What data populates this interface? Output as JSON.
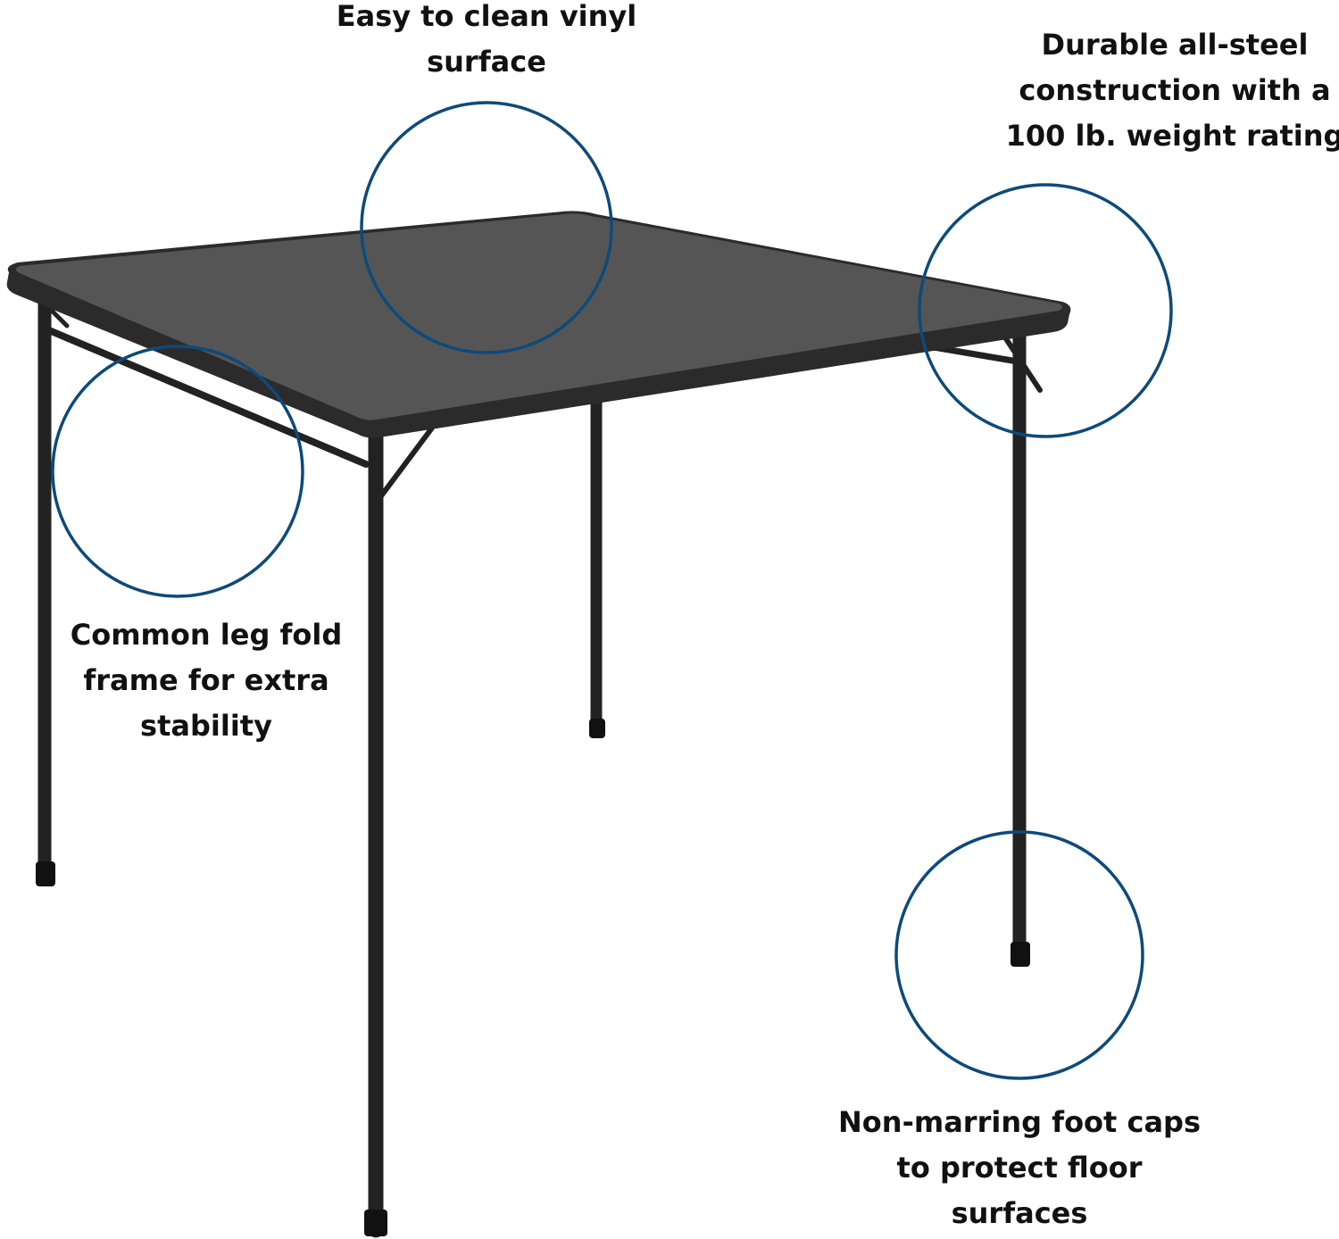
{
  "callouts": {
    "surface": {
      "lines": [
        "Easy to clean vinyl",
        "surface"
      ]
    },
    "steel": {
      "lines": [
        "Durable all-steel",
        "construction with a",
        "100 lb. weight rating"
      ]
    },
    "frame": {
      "lines": [
        "Common leg fold",
        "frame for extra",
        "stability"
      ]
    },
    "caps": {
      "lines": [
        "Non-marring foot caps",
        "to protect floor",
        "surfaces"
      ]
    }
  },
  "colors": {
    "circle": "#0d4a7a",
    "table_top": "#555555",
    "frame": "#222222",
    "text": "#111111"
  }
}
